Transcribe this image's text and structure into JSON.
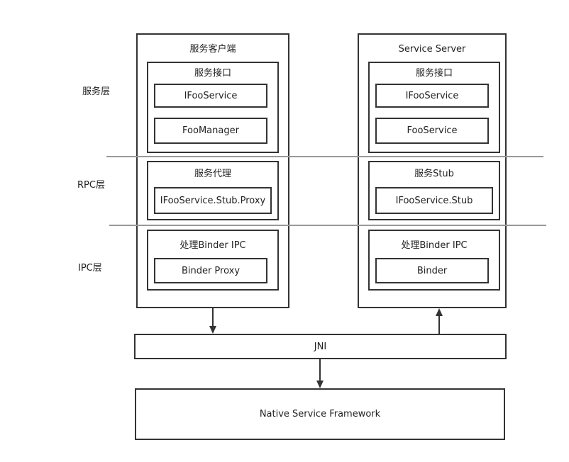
{
  "layers": {
    "service": "服务层",
    "rpc": "RPC层",
    "ipc": "IPC层"
  },
  "client": {
    "title": "服务客户端",
    "interface": {
      "title": "服务接口",
      "items": [
        "IFooService",
        "FooManager"
      ]
    },
    "proxy": {
      "title": "服务代理",
      "items": [
        "IFooService.Stub.Proxy"
      ]
    },
    "ipc": {
      "title": "处理Binder IPC",
      "items": [
        "Binder Proxy"
      ]
    }
  },
  "server": {
    "title": "Service Server",
    "interface": {
      "title": "服务接口",
      "items": [
        "IFooService",
        "FooService"
      ]
    },
    "stub": {
      "title": "服务Stub",
      "items": [
        "IFooService.Stub"
      ]
    },
    "ipc": {
      "title": "处理Binder IPC",
      "items": [
        "Binder"
      ]
    }
  },
  "jni": "JNI",
  "framework": "Native Service Framework",
  "colors": {
    "border": "#333333",
    "divider": "#999999",
    "background": "#ffffff"
  }
}
